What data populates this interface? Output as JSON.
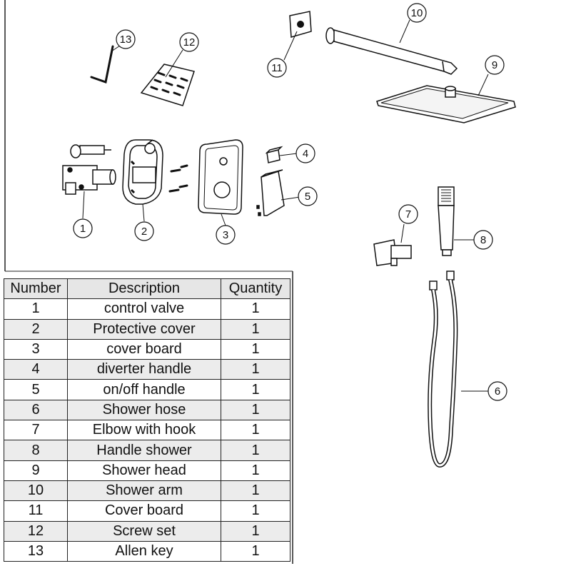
{
  "callouts": {
    "c1": "1",
    "c2": "2",
    "c3": "3",
    "c4": "4",
    "c5": "5",
    "c6": "6",
    "c7": "7",
    "c8": "8",
    "c9": "9",
    "c10": "10",
    "c11": "11",
    "c12": "12",
    "c13": "13"
  },
  "table": {
    "headers": {
      "number": "Number",
      "description": "Description",
      "quantity": "Quantity"
    },
    "rows": [
      {
        "number": "1",
        "description": "control valve",
        "quantity": "1"
      },
      {
        "number": "2",
        "description": "Protective cover",
        "quantity": "1"
      },
      {
        "number": "3",
        "description": "cover board",
        "quantity": "1"
      },
      {
        "number": "4",
        "description": "diverter handle",
        "quantity": "1"
      },
      {
        "number": "5",
        "description": "on/off handle",
        "quantity": "1"
      },
      {
        "number": "6",
        "description": "Shower hose",
        "quantity": "1"
      },
      {
        "number": "7",
        "description": "Elbow with hook",
        "quantity": "1"
      },
      {
        "number": "8",
        "description": "Handle shower",
        "quantity": "1"
      },
      {
        "number": "9",
        "description": "Shower head",
        "quantity": "1"
      },
      {
        "number": "10",
        "description": "Shower arm",
        "quantity": "1"
      },
      {
        "number": "11",
        "description": "Cover board",
        "quantity": "1"
      },
      {
        "number": "12",
        "description": "Screw set",
        "quantity": "1"
      },
      {
        "number": "13",
        "description": "Allen key",
        "quantity": "1"
      }
    ]
  }
}
